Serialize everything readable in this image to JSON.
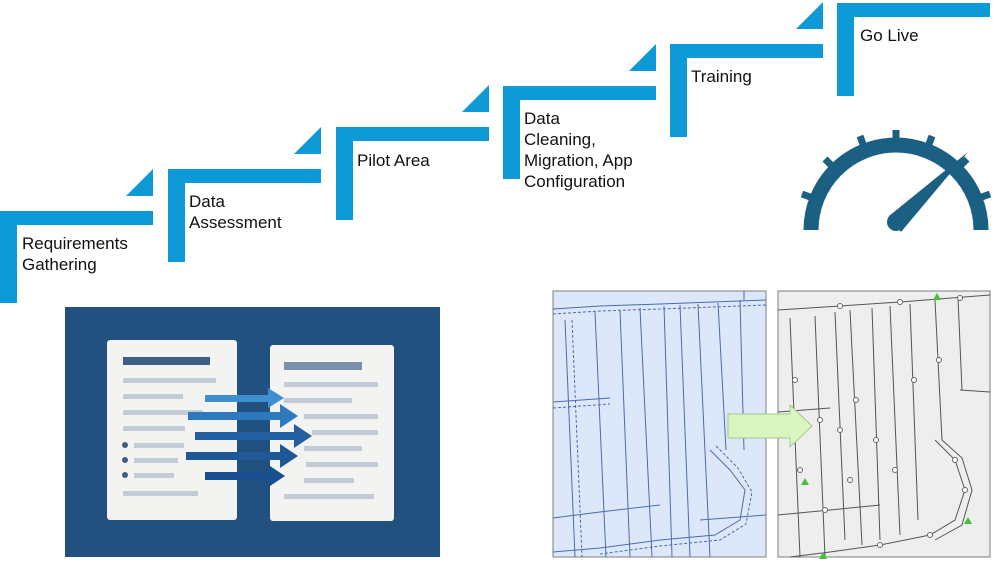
{
  "steps": [
    {
      "label": "Requirements\nGathering"
    },
    {
      "label": "Data\nAssessment"
    },
    {
      "label": "Pilot Area"
    },
    {
      "label": "Data\nCleaning,\nMigration, App\nConfiguration"
    },
    {
      "label": "Training"
    },
    {
      "label": "Go Live"
    }
  ],
  "colors": {
    "step_blue": "#0e9ad7",
    "gauge": "#1b5f82",
    "doc_bg": "#22507f",
    "arrow_light": "#3d8fd0",
    "arrow_dark": "#194f8e",
    "map_before": "#dce8fa",
    "map_after": "#eeeeee",
    "transition_arrow": "#d9f5c0"
  },
  "icons": {
    "progress": "speedometer-icon",
    "documents": "document-mapping-icon",
    "maps": "map-migration-icon"
  }
}
